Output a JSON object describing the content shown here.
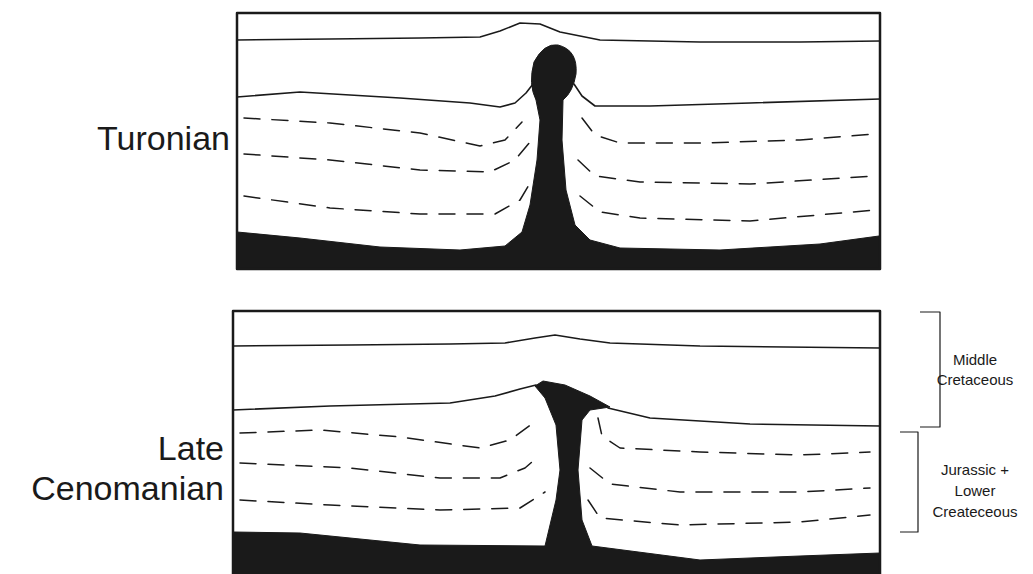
{
  "diagram": {
    "labels": [
      "Turonian",
      "Late Cenomanian",
      "Middle Cretaceous",
      "Jurassic + Lower Createceous"
    ]
  }
}
